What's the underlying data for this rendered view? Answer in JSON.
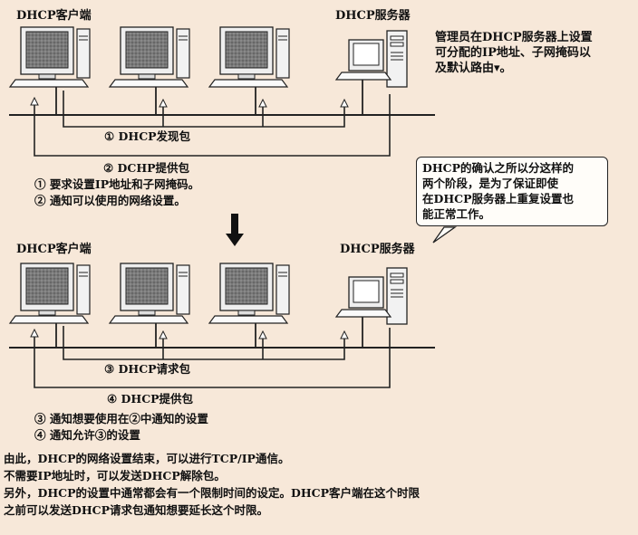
{
  "top": {
    "client_label": "DHCP客户端",
    "server_label": "DHCP服务器",
    "admin_note": "管理员在DHCP服务器上设置\n可分配的IP地址、子网掩码以\n及默认路由▾。",
    "discover_label": "① DHCP发现包",
    "offer_label": "② DCHP提供包",
    "steps": [
      "① 要求设置IP地址和子网掩码。",
      "② 通知可以使用的网络设置。"
    ]
  },
  "callout": {
    "text": "DHCP的确认之所以分这样的\n两个阶段，是为了保证即使\n在DHCP服务器上重复设置也\n能正常工作。"
  },
  "bottom": {
    "client_label": "DHCP客户端",
    "server_label": "DHCP服务器",
    "request_label": "③ DHCP请求包",
    "offer_label": "④ DHCP提供包",
    "steps": [
      "③ 通知想要使用在②中通知的设置",
      "④ 通知允许③的设置"
    ]
  },
  "footer": [
    "由此，DHCP的网络设置结束，可以进行TCP/IP通信。",
    "不需要IP地址时，可以发送DHCP解除包。",
    "另外，DHCP的设置中通常都会有一个限制时间的设定。DHCP客户端在这个时限",
    "之前可以发送DHCP请求包通知想要延长这个时限。"
  ]
}
